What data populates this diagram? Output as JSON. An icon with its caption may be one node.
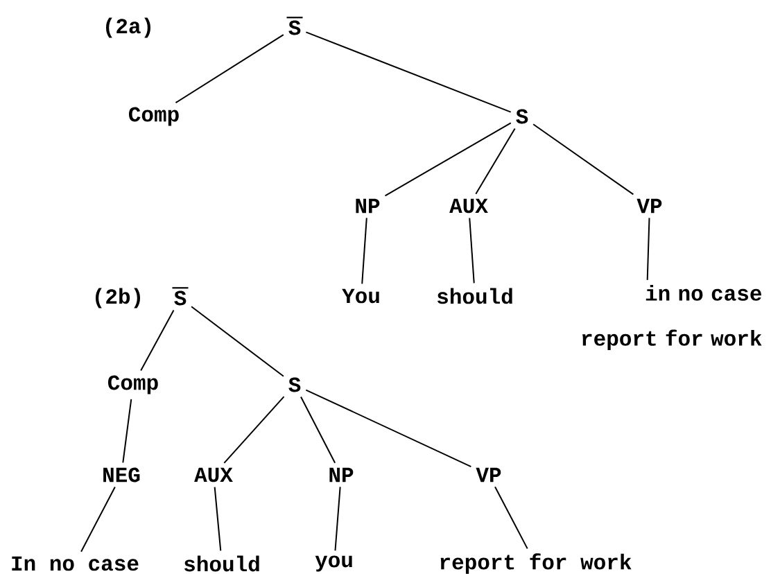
{
  "diagram": {
    "nodes": [
      {
        "text": [
          "S"
        ]
      },
      {
        "text": [
          "Comp"
        ]
      },
      {
        "text": [
          "S"
        ]
      },
      {
        "text": [
          "NP"
        ]
      },
      {
        "text": [
          "AUX"
        ]
      },
      {
        "text": [
          "VP"
        ]
      },
      {
        "text": [
          "You"
        ]
      },
      {
        "text": [
          "should"
        ]
      },
      {
        "text": [
          "in no case report for work"
        ]
      },
      {
        "text": [
          "S"
        ]
      },
      {
        "text": [
          "Comp"
        ]
      },
      {
        "text": [
          "S"
        ]
      },
      {
        "text": [
          "NEG"
        ]
      },
      {
        "text": [
          "AUX"
        ]
      },
      {
        "text": [
          "NP"
        ]
      },
      {
        "text": [
          "VP"
        ]
      },
      {
        "text": [
          "In no case"
        ]
      },
      {
        "text": [
          "should"
        ]
      },
      {
        "text": [
          "you"
        ]
      },
      {
        "text": [
          "report for work"
        ]
      }
    ],
    "edges": [
      {
        "from": 0,
        "to": 1,
        "arrow": "none"
      },
      {
        "from": 0,
        "to": 2,
        "arrow": "none"
      },
      {
        "from": 2,
        "to": 3,
        "arrow": "none"
      },
      {
        "from": 2,
        "to": 4,
        "arrow": "none"
      },
      {
        "from": 2,
        "to": 5,
        "arrow": "none"
      },
      {
        "from": 3,
        "to": 6,
        "arrow": "none"
      },
      {
        "from": 4,
        "to": 7,
        "arrow": "none"
      },
      {
        "from": 5,
        "to": 8,
        "arrow": "none"
      },
      {
        "from": 9,
        "to": 10,
        "arrow": "none"
      },
      {
        "from": 9,
        "to": 11,
        "arrow": "none"
      },
      {
        "from": 10,
        "to": 12,
        "arrow": "none"
      },
      {
        "from": 11,
        "to": 13,
        "arrow": "none"
      },
      {
        "from": 11,
        "to": 14,
        "arrow": "none"
      },
      {
        "from": 11,
        "to": 15,
        "arrow": "none"
      },
      {
        "from": 12,
        "to": 16,
        "arrow": "none"
      },
      {
        "from": 13,
        "to": 17,
        "arrow": "none"
      },
      {
        "from": 14,
        "to": 18,
        "arrow": "none"
      },
      {
        "from": 15,
        "to": 19,
        "arrow": "none"
      }
    ],
    "labels": [
      "(2a)",
      "(2b)"
    ]
  }
}
